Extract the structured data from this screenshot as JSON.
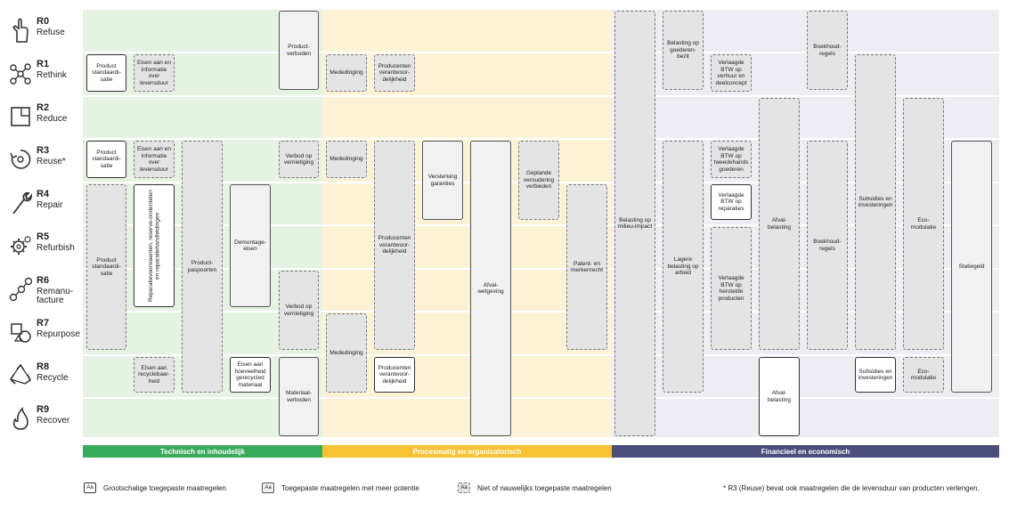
{
  "rows": [
    {
      "code": "R0",
      "name": "Refuse",
      "icon": "refuse-hand-icon"
    },
    {
      "code": "R1",
      "name": "Rethink",
      "icon": "rethink-network-icon"
    },
    {
      "code": "R2",
      "name": "Reduce",
      "icon": "reduce-square-icon"
    },
    {
      "code": "R3",
      "name": "Reuse*",
      "icon": "reuse-cycle-icon"
    },
    {
      "code": "R4",
      "name": "Repair",
      "icon": "repair-wrench-icon"
    },
    {
      "code": "R5",
      "name": "Refurbish",
      "icon": "refurbish-gear-icon"
    },
    {
      "code": "R6",
      "name": "Remanu-facture",
      "icon": "remanufacture-nodes-icon"
    },
    {
      "code": "R7",
      "name": "Repurpose",
      "icon": "repurpose-shapes-icon"
    },
    {
      "code": "R8",
      "name": "Recycle",
      "icon": "recycle-arrows-icon"
    },
    {
      "code": "R9",
      "name": "Recover",
      "icon": "recover-flame-icon"
    }
  ],
  "categories": [
    {
      "label": "Technisch en inhoudelijk",
      "color": "#3aaa5c"
    },
    {
      "label": "Procesmatig en organisatorisch",
      "color": "#f7c234"
    },
    {
      "label": "Financieel en economisch",
      "color": "#4b4d7b"
    }
  ],
  "measures": {
    "product_standaardisatie_r1": "Product standaardi-satie",
    "eisen_informatie_r1": "Eisen aan en informatie over levensduur",
    "productverboden": "Product-verboden",
    "mededinging_r1": "Mededinging",
    "producenten_r1": "Producenten verantwoor-delijkheid",
    "belasting_goederen": "Belasting op goederen-bezit",
    "verlaagde_btw_verhuur": "Verlaagde BTW op verhuur en deelconcept",
    "boekhoudregels_top": "Boekhoud-regels",
    "product_standaardisatie_r3": "Product standaardi-satie",
    "eisen_informatie_r3": "Eisen aan en informatie over levensduur",
    "productpaspoorten": "Product-paspoorten",
    "verbod_vernietiging_r3": "Verbod op vernietiging",
    "mededinging_r3": "Mededinging",
    "producenten_mid": "Producenten verantwoor-delijkheid",
    "versterking_garanties": "Versterking garanties",
    "afvalwetgeving": "Afval-wetgeving",
    "geplande_veroudering": "Geplande veroudering verbieden",
    "belasting_milieu": "Belasting op milieu-impact",
    "verlaagde_btw_tweedehands": "Verlaagde BTW op tweedehands goederen",
    "afvalbelasting_mid": "Afval-belasting",
    "subsidies_mid": "Subsidies en investeringen",
    "ecomodulatie_mid": "Eco-modulatie",
    "statiegeld": "Statiegeld",
    "reparatievoorwaarden": "Reparatievoorwaarden, reserve-onderdelen en reparatiehandleidingen",
    "demontage_eisen": "Demontage-eisen",
    "verlaagde_btw_reparaties": "Verlaagde BTW op reparaties",
    "product_standaardisatie_r5": "Product standaardi-satie",
    "patent_merkenrecht": "Patent- en merkenrecht",
    "lagere_belasting_arbeid": "Lagere belasting op arbeid",
    "boekhoudregels_mid": "Boekhoud-regels",
    "verbod_vernietiging_r6": "Verbod op vernietiging",
    "verlaagde_btw_herstelde": "Verlaagde BTW op herstelde producten",
    "mededinging_r8": "Mededinging",
    "eisen_recyclebaarheid": "Eisen aan recyclebaar-heid",
    "eisen_gerecycled": "Eisen aan hoeveelheid gerecycled materiaal",
    "materiaalverboden": "Materiaal-verboden",
    "producenten_r8": "Producenten verantwoor-delijkheid",
    "afvalbelasting_r8": "Afval-belasting",
    "subsidies_r8": "Subsidies en investeringen",
    "ecomodulatie_r8": "Eco-modulatie"
  },
  "legend": {
    "sample": "Aa",
    "large": "Grootschalige toegepaste maatregelen",
    "potential": "Toegepaste maatregelen met meer potentie",
    "none": "Niet of nauwelijks toegepaste maatregelen",
    "footnote": "* R3 (Reuse) bevat ook maatregelen die de levensduur van producten verlengen."
  }
}
